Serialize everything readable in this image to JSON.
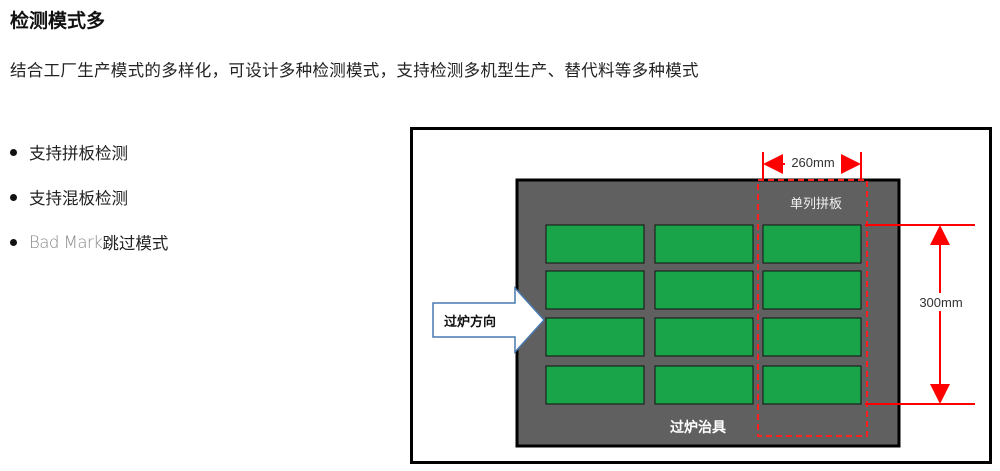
{
  "title": "检测模式多",
  "description": "结合工厂生产模式的多样化，可设计多种检测模式，支持检测多机型生产、替代料等多种模式",
  "features": [
    {
      "text": "支持拼板检测"
    },
    {
      "text": "支持混板检测"
    },
    {
      "prefix": "Bad Mark",
      "text": "跳过模式"
    }
  ],
  "diagram": {
    "fixture_label": "过炉治具",
    "direction_label": "过炉方向",
    "column_label": "单列拼板",
    "width_label": "260mm",
    "height_label": "300mm",
    "colors": {
      "fixture": "#606060",
      "board": "#1aa44a",
      "dimension": "#ff0000",
      "column_outline": "#ff2020"
    }
  }
}
